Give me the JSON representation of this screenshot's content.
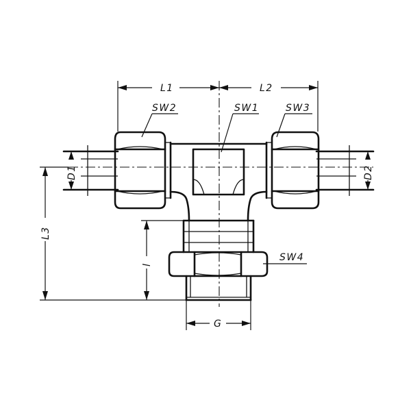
{
  "drawing": {
    "labels": {
      "L1": "L1",
      "L2": "L2",
      "L3": "L3",
      "l": "l",
      "G": "G",
      "D1": "D1",
      "D2": "D2",
      "SW1": "SW1",
      "SW2": "SW2",
      "SW3": "SW3",
      "SW4": "SW4"
    }
  }
}
